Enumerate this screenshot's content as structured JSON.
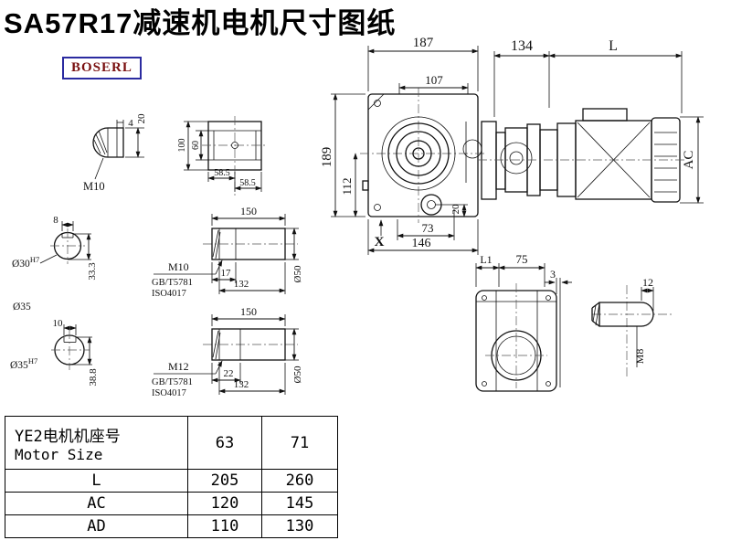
{
  "page": {
    "title": "SA57R17减速机电机尺寸图纸",
    "logo": "BOSERL"
  },
  "dims": {
    "main_187": "187",
    "main_107": "107",
    "main_189": "189",
    "main_112": "112",
    "main_20": "20",
    "main_73": "73",
    "main_146": "146",
    "main_x": "X",
    "motor_134": "134",
    "motor_L": "L",
    "motor_AC": "AC",
    "end_20": "20",
    "end_4": "4",
    "end_m10": "M10",
    "flange_100": "100",
    "flange_60": "60",
    "flange_585_1": "58.5",
    "flange_585_2": "58.5",
    "sec1_8": "8",
    "sec1_bore": "Ø30",
    "sec1_fit": "H7",
    "sec1_333": "33.3",
    "sec1_od35": "Ø35",
    "sec2_10": "10",
    "sec2_bore": "Ø35",
    "sec2_fit": "H7",
    "sec2_388": "38.8",
    "shaft1_150": "150",
    "shaft1_thread": "M10",
    "shaft1_std1": "GB/T5781",
    "shaft1_std2": "ISO4017",
    "shaft1_17": "17",
    "shaft1_132": "132",
    "shaft1_d50": "Ø50",
    "shaft2_150": "150",
    "shaft2_thread": "M12",
    "shaft2_std1": "GB/T5781",
    "shaft2_std2": "ISO4017",
    "shaft2_22": "22",
    "shaft2_132": "132",
    "shaft2_d50": "Ø50",
    "bottom_L1": "L1",
    "bottom_75": "75",
    "bottom_3": "3",
    "pin_12": "12",
    "pin_m8": "M8"
  },
  "table": {
    "header_cn": "YE2电机机座号",
    "header_en": "Motor Size",
    "size_cols": [
      "63",
      "71"
    ],
    "rows": [
      {
        "label": "L",
        "values": [
          "205",
          "260"
        ]
      },
      {
        "label": "AC",
        "values": [
          "120",
          "145"
        ]
      },
      {
        "label": "AD",
        "values": [
          "110",
          "130"
        ]
      }
    ]
  }
}
